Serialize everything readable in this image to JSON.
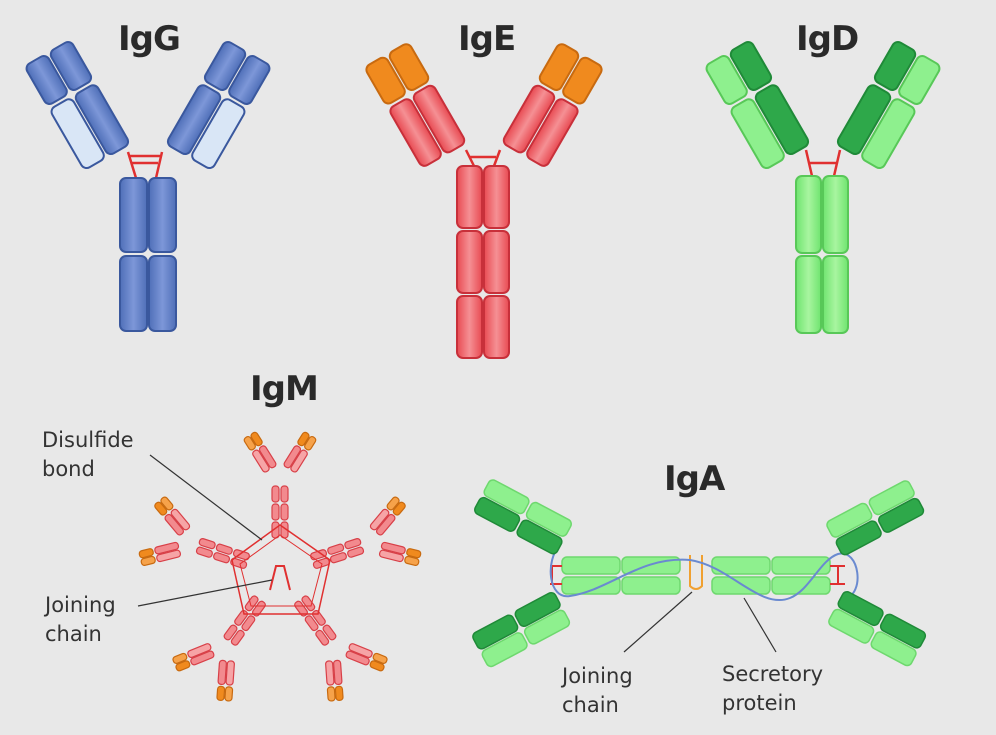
{
  "titles": {
    "igg": "IgG",
    "ige": "IgE",
    "igd": "IgD",
    "igm": "IgM",
    "iga": "IgA"
  },
  "labels": {
    "disulfide_bond": [
      "Disulfide",
      "bond"
    ],
    "igm_joining_chain": [
      "Joining",
      "chain"
    ],
    "iga_joining_chain": [
      "Joining",
      "chain"
    ],
    "secretory_protein": [
      "Secretory",
      "protein"
    ]
  },
  "colors": {
    "background": "#e8e8e8",
    "igg_heavy": "#5e7cc6",
    "igg_light": "#d9e6f6",
    "ige_heavy": "#ee5a5f",
    "ige_variable": "#f08a1e",
    "igd_heavy": "#2ea84a",
    "igd_light": "#8ef08e",
    "disulfide": "#e03030",
    "joining_chain": "#f0a030",
    "secretory_protein": "#6a8ad0"
  }
}
